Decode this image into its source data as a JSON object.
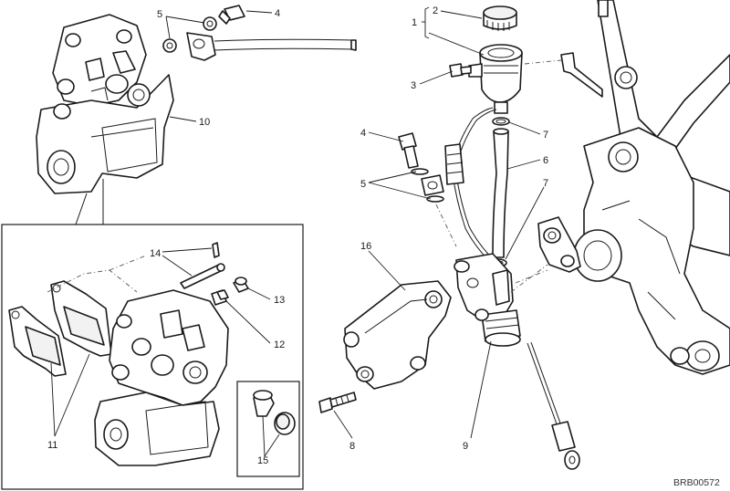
{
  "diagram_ref": "BRB00572",
  "callouts": [
    {
      "id": "c1",
      "label": "1"
    },
    {
      "id": "c2",
      "label": "2"
    },
    {
      "id": "c3",
      "label": "3"
    },
    {
      "id": "c4a",
      "label": "4"
    },
    {
      "id": "c4b",
      "label": "4"
    },
    {
      "id": "c5a",
      "label": "5"
    },
    {
      "id": "c5b",
      "label": "5"
    },
    {
      "id": "c6",
      "label": "6"
    },
    {
      "id": "c7a",
      "label": "7"
    },
    {
      "id": "c7b",
      "label": "7"
    },
    {
      "id": "c8",
      "label": "8"
    },
    {
      "id": "c9",
      "label": "9"
    },
    {
      "id": "c10",
      "label": "10"
    },
    {
      "id": "c11",
      "label": "11"
    },
    {
      "id": "c12",
      "label": "12"
    },
    {
      "id": "c13",
      "label": "13"
    },
    {
      "id": "c14",
      "label": "14"
    },
    {
      "id": "c15",
      "label": "15"
    },
    {
      "id": "c16",
      "label": "16"
    }
  ]
}
